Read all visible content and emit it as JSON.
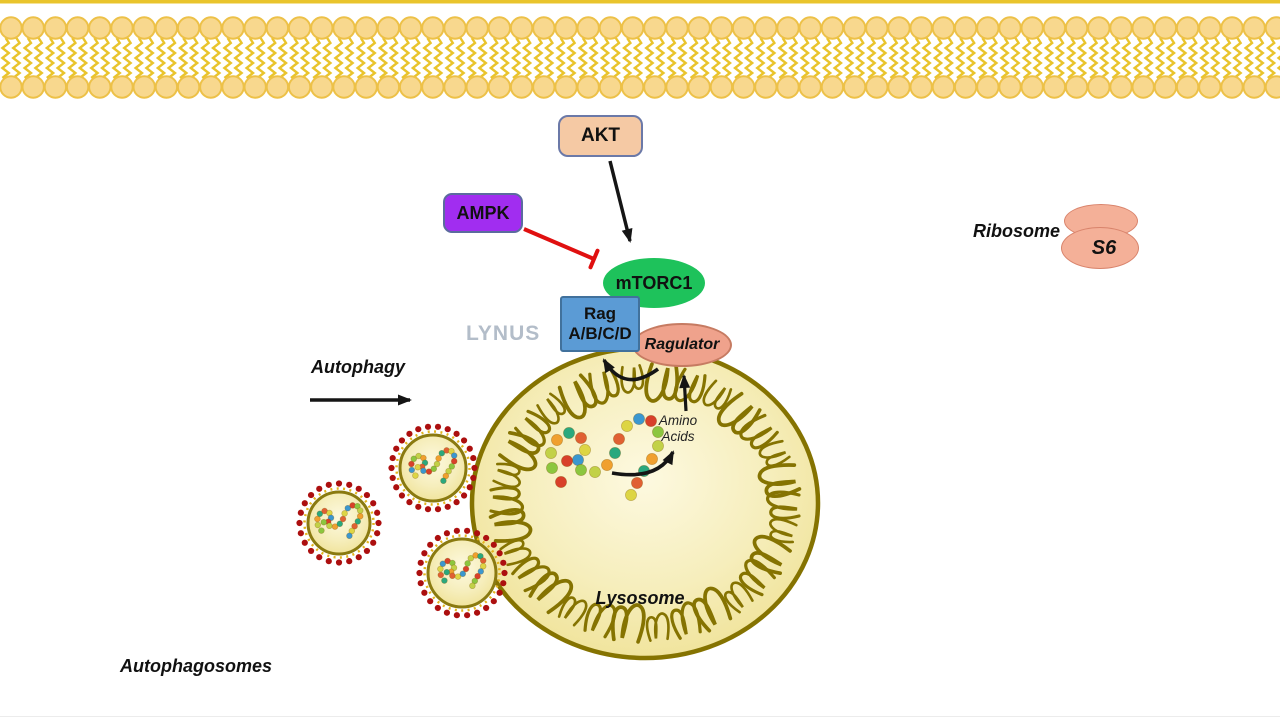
{
  "watermark": {
    "text": "LYNUS",
    "color": "#b3bdc9"
  },
  "nodes": {
    "akt": {
      "label": "AKT",
      "fill": "#f5c9a4",
      "border": "#6b79a8"
    },
    "ampk": {
      "label": "AMPK",
      "fill": "#a12df0",
      "border": "#5b6b9e"
    },
    "mtorc1": {
      "label": "mTORC1",
      "fill": "#1ec25b"
    },
    "rag": {
      "label_line1": "Rag",
      "label_line2": "A/B/C/D",
      "fill": "#5b9bd5",
      "border": "#41719c"
    },
    "ragulator": {
      "label": "Ragulator",
      "fill": "#efa28c",
      "border": "#c67b62"
    },
    "lysosome": {
      "label": "Lysosome"
    },
    "ribosome": {
      "label": "Ribosome",
      "s6_label": "S6",
      "fill": "#f4b098",
      "border": "#d9846c"
    }
  },
  "annotations": {
    "amino_acids_line1": "Amino",
    "amino_acids_line2": "Acids",
    "autophagy": "Autophagy",
    "autophagosomes": "Autophagosomes"
  },
  "colors": {
    "membrane_head": "#f8d88e",
    "membrane_head_stroke": "#edc148",
    "membrane_tail": "#e9c42c",
    "lysosome_stroke": "#857301",
    "lysosome_fill_center": "#fdf9e0",
    "lysosome_fill_mid": "#f6eebc",
    "lysosome_fill_edge": "#efe193",
    "vesicle_stroke": "#8a7a10",
    "vesicle_dot": "#ac0f0f",
    "vesicle_stalk": "#e2b41e",
    "arrow": "#151515",
    "inhibition": "#e01010",
    "bead_palette": [
      "#d8402a",
      "#f0a02f",
      "#ddd544",
      "#8cc63f",
      "#2aa87e",
      "#3b97cf",
      "#c2d147",
      "#e06033"
    ]
  }
}
